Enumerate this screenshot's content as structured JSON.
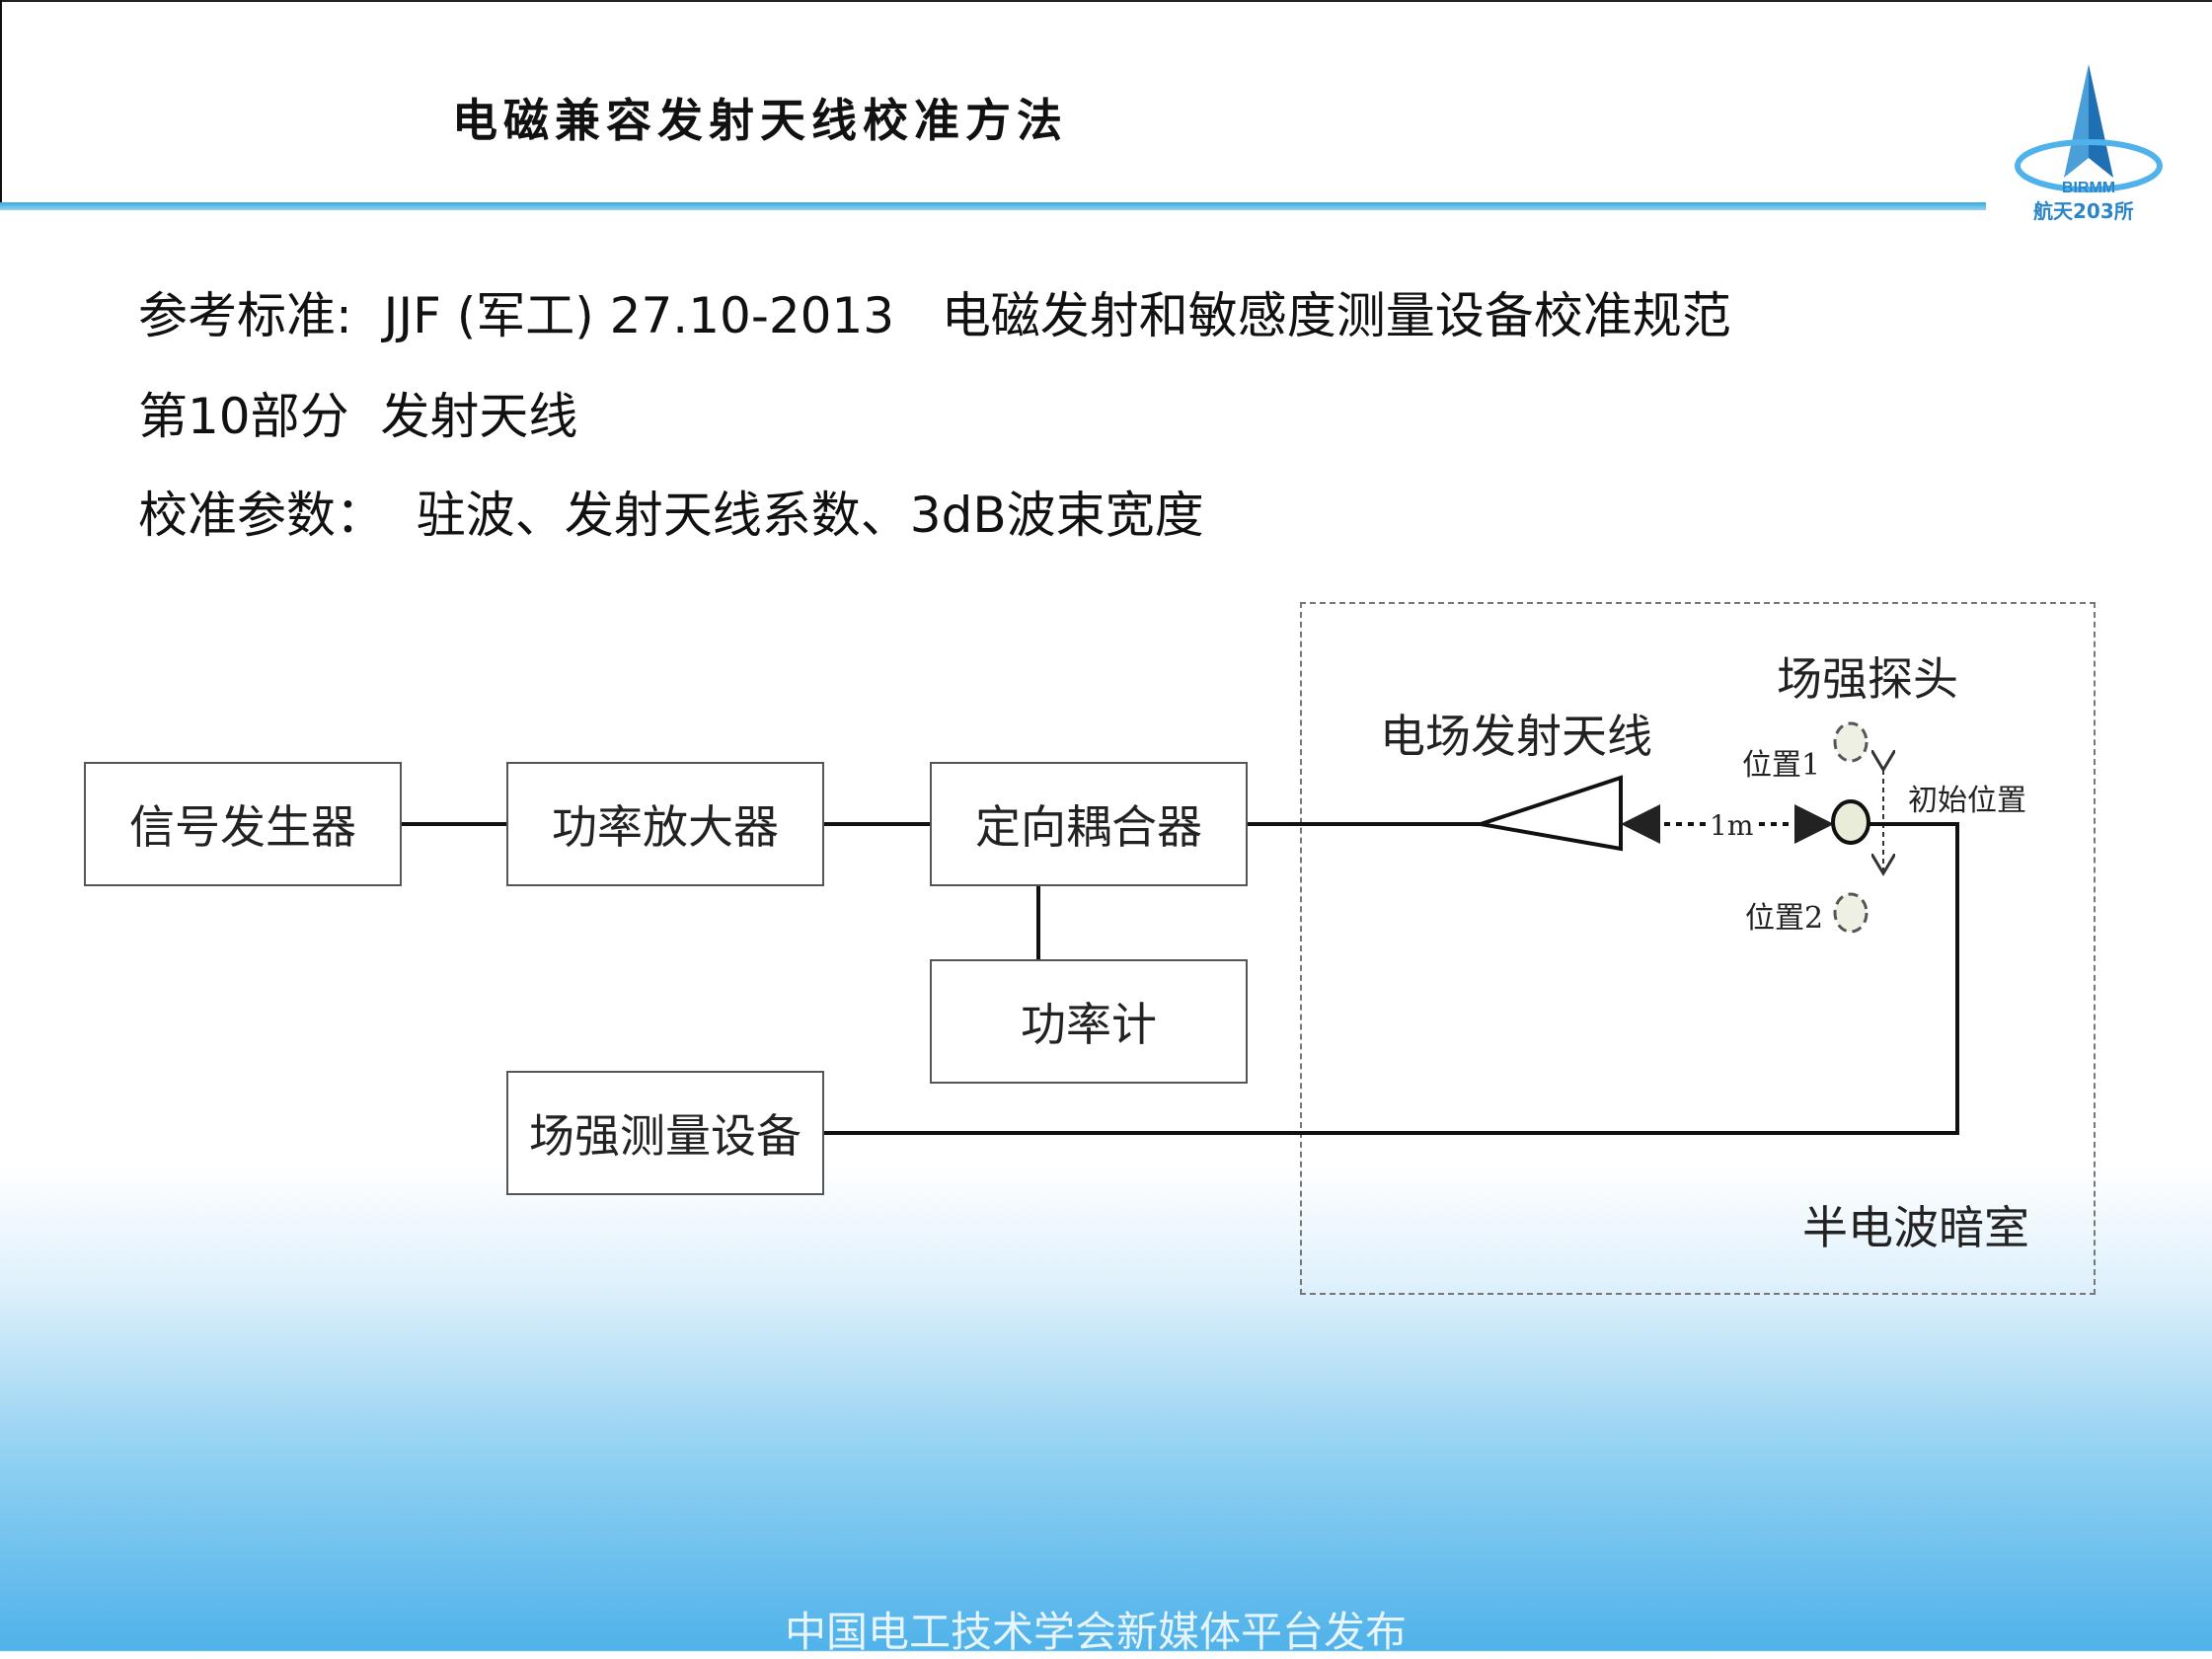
{
  "header": {
    "title": "电磁兼容发射天线校准方法",
    "logo_text": "航天203所",
    "logo_ring_text": "BIRMM"
  },
  "body": {
    "line1": "参考标准:  JJF (军工) 27.10-2013   电磁发射和敏感度测量设备校准规范",
    "line2": "第10部分  发射天线",
    "line3": "校准参数：  驻波、发射天线系数、3dB波束宽度"
  },
  "diagram": {
    "boxes": {
      "signal_generator": "信号发生器",
      "power_amplifier": "功率放大器",
      "directional_coupler": "定向耦合器",
      "power_meter": "功率计",
      "field_meter": "场强测量设备"
    },
    "labels": {
      "probe": "场强探头",
      "antenna": "电场发射天线",
      "position1": "位置1",
      "initial_position": "初始位置",
      "position2": "位置2",
      "distance": "1m",
      "chamber": "半电波暗室"
    }
  },
  "footer": {
    "text": "中国电工技术学会新媒体平台发布"
  },
  "colors": {
    "accent": "#3aa8dd",
    "probe_fill": "#e8ecd8"
  }
}
